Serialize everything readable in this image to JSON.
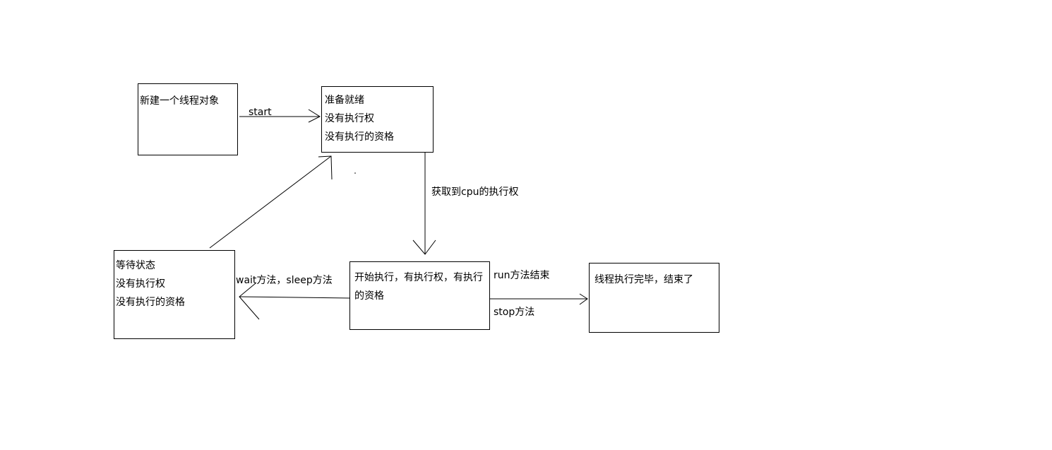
{
  "states": {
    "new": {
      "lines": [
        "新建一个线程对象"
      ]
    },
    "ready": {
      "lines": [
        "准备就绪",
        "没有执行权",
        "没有执行的资格"
      ]
    },
    "waiting": {
      "lines": [
        "等待状态",
        "没有执行权",
        "没有执行的资格"
      ]
    },
    "running": {
      "text": "开始执行，有执行权，有执行的资格"
    },
    "terminated": {
      "lines": [
        "线程执行完毕，结束了"
      ]
    }
  },
  "transitions": {
    "start": "start",
    "get_cpu": "获取到cpu的执行权",
    "wait_sleep": "wait方法，sleep方法",
    "run_end": "run方法结束",
    "stop": "stop方法"
  }
}
